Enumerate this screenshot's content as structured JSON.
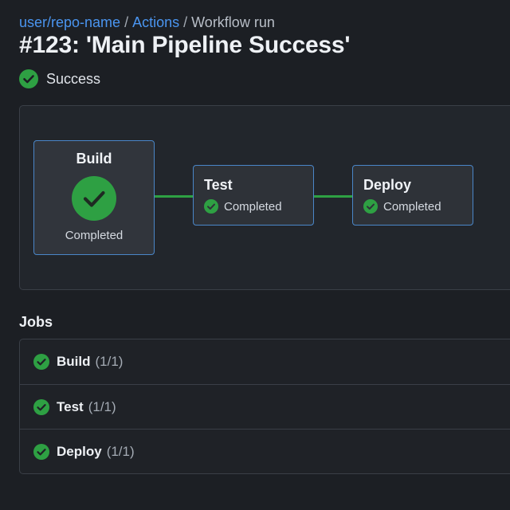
{
  "breadcrumb": {
    "repo": "user/repo-name",
    "section": "Actions",
    "current": "Workflow run",
    "separator": "/"
  },
  "run": {
    "title": "#123: 'Main Pipeline Success'",
    "status": "Success"
  },
  "pipeline": {
    "stages": [
      {
        "name": "Build",
        "status": "Completed"
      },
      {
        "name": "Test",
        "status": "Completed"
      },
      {
        "name": "Deploy",
        "status": "Completed"
      }
    ]
  },
  "jobs": {
    "heading": "Jobs",
    "items": [
      {
        "name": "Build",
        "count": "(1/1)"
      },
      {
        "name": "Test",
        "count": "(1/1)"
      },
      {
        "name": "Deploy",
        "count": "(1/1)"
      }
    ]
  },
  "colors": {
    "background": "#1c1f24",
    "success": "#2ea043",
    "link": "#4a95f0",
    "node_border": "#4a86c8"
  },
  "icons": {
    "status": "check-circle-icon"
  }
}
